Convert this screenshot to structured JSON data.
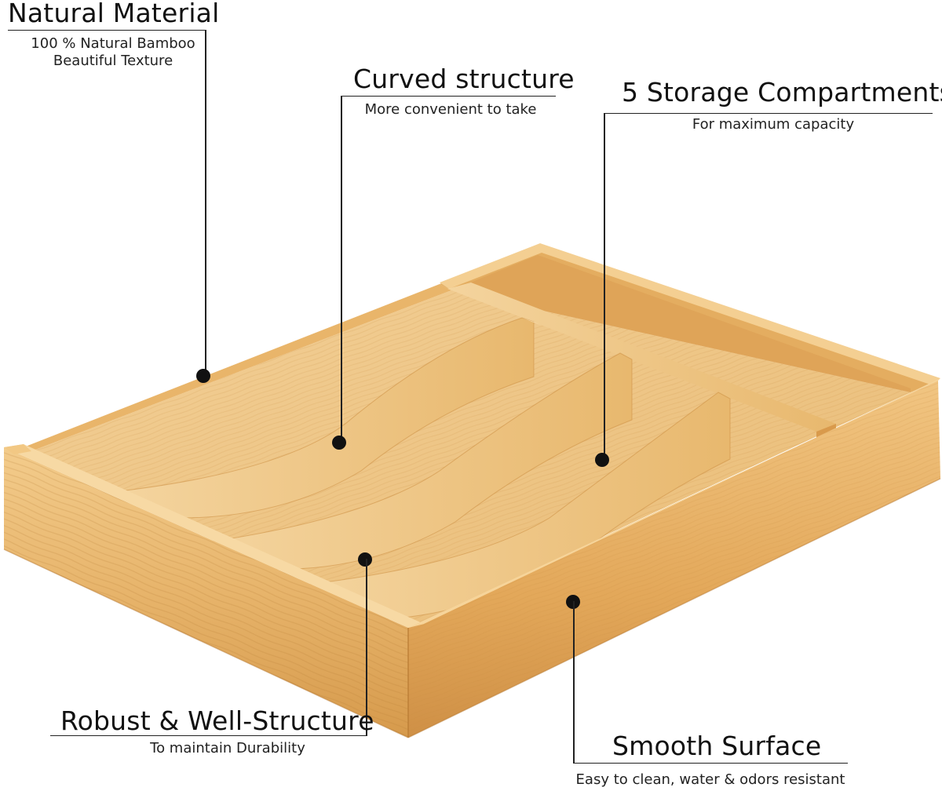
{
  "callouts": {
    "natural": {
      "title": "Natural Material",
      "line1": "100 % Natural Bamboo",
      "line2": "Beautiful Texture"
    },
    "curved": {
      "title": "Curved structure",
      "subtitle": "More convenient to take"
    },
    "compartments": {
      "title": "5 Storage Compartments",
      "subtitle": "For maximum capacity"
    },
    "robust": {
      "title": "Robust  & Well-Structure",
      "subtitle": "To maintain Durability"
    },
    "smooth": {
      "title": "Smooth  Surface",
      "subtitle": "Easy to clean, water & odors resistant"
    }
  },
  "product": {
    "name": "bamboo-cutlery-tray",
    "color_light": "#f0c785",
    "color_mid": "#e2aa5c",
    "color_dark": "#c98a3c",
    "color_edge": "#b87a32"
  },
  "styles": {
    "line_color": "#222222",
    "dot_color": "#111111"
  }
}
